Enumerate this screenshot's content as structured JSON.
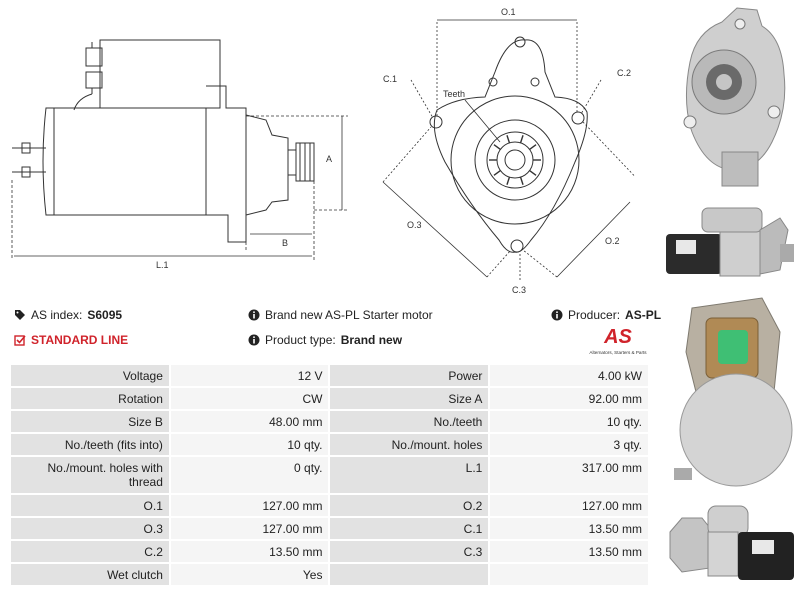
{
  "diagram": {
    "side_labels": {
      "a": "A",
      "b": "B",
      "l1": "L.1"
    },
    "front_labels": {
      "o1": "O.1",
      "o2": "O.2",
      "o3": "O.3",
      "c1": "C.1",
      "c2": "C.2",
      "c3": "C.3",
      "teeth": "Teeth"
    }
  },
  "info": {
    "index_label": "AS index:",
    "index_value": "S6095",
    "line": "STANDARD LINE",
    "description": "Brand new AS-PL Starter motor",
    "type_label": "Product type:",
    "type_value": "Brand new",
    "producer_label": "Producer:",
    "producer_value": "AS-PL"
  },
  "logo": {
    "mark": "AS",
    "tagline": "Alternators, Starters & Parts"
  },
  "specs": [
    {
      "l1": "Voltage",
      "v1": "12 V",
      "l2": "Power",
      "v2": "4.00 kW"
    },
    {
      "l1": "Rotation",
      "v1": "CW",
      "l2": "Size A",
      "v2": "92.00 mm"
    },
    {
      "l1": "Size B",
      "v1": "48.00 mm",
      "l2": "No./teeth",
      "v2": "10 qty."
    },
    {
      "l1": "No./teeth (fits into)",
      "v1": "10 qty.",
      "l2": "No./mount. holes",
      "v2": "3 qty."
    },
    {
      "l1": "No./mount. holes with thread",
      "v1": "0 qty.",
      "l2": "L.1",
      "v2": "317.00 mm"
    },
    {
      "l1": "O.1",
      "v1": "127.00 mm",
      "l2": "O.2",
      "v2": "127.00 mm"
    },
    {
      "l1": "O.3",
      "v1": "127.00 mm",
      "l2": "C.1",
      "v2": "13.50 mm"
    },
    {
      "l1": "C.2",
      "v1": "13.50 mm",
      "l2": "C.3",
      "v2": "13.50 mm"
    },
    {
      "l1": "Wet clutch",
      "v1": "Yes",
      "l2": "",
      "v2": ""
    }
  ],
  "colors": {
    "accent_red": "#d0232b",
    "line": "#333333"
  }
}
